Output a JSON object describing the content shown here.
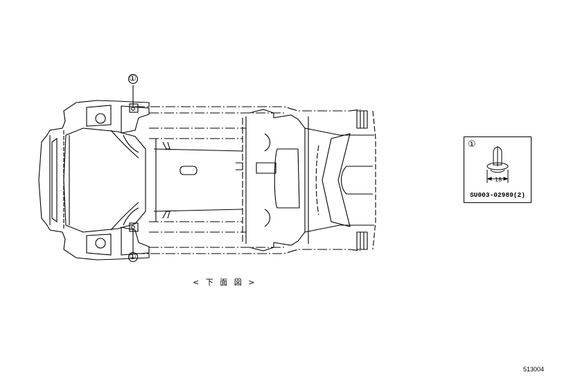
{
  "diagram": {
    "view_caption": "< 下 面 図 >",
    "figure_id": "513004",
    "callouts": [
      {
        "label": "①",
        "position": "front-left upper mount"
      },
      {
        "label": "①",
        "position": "front-left lower mount"
      }
    ],
    "part_reference": {
      "callout": "①",
      "dimension": "18",
      "part_number": "SU003-02989(2)",
      "icon": "clip-fastener-icon"
    }
  }
}
